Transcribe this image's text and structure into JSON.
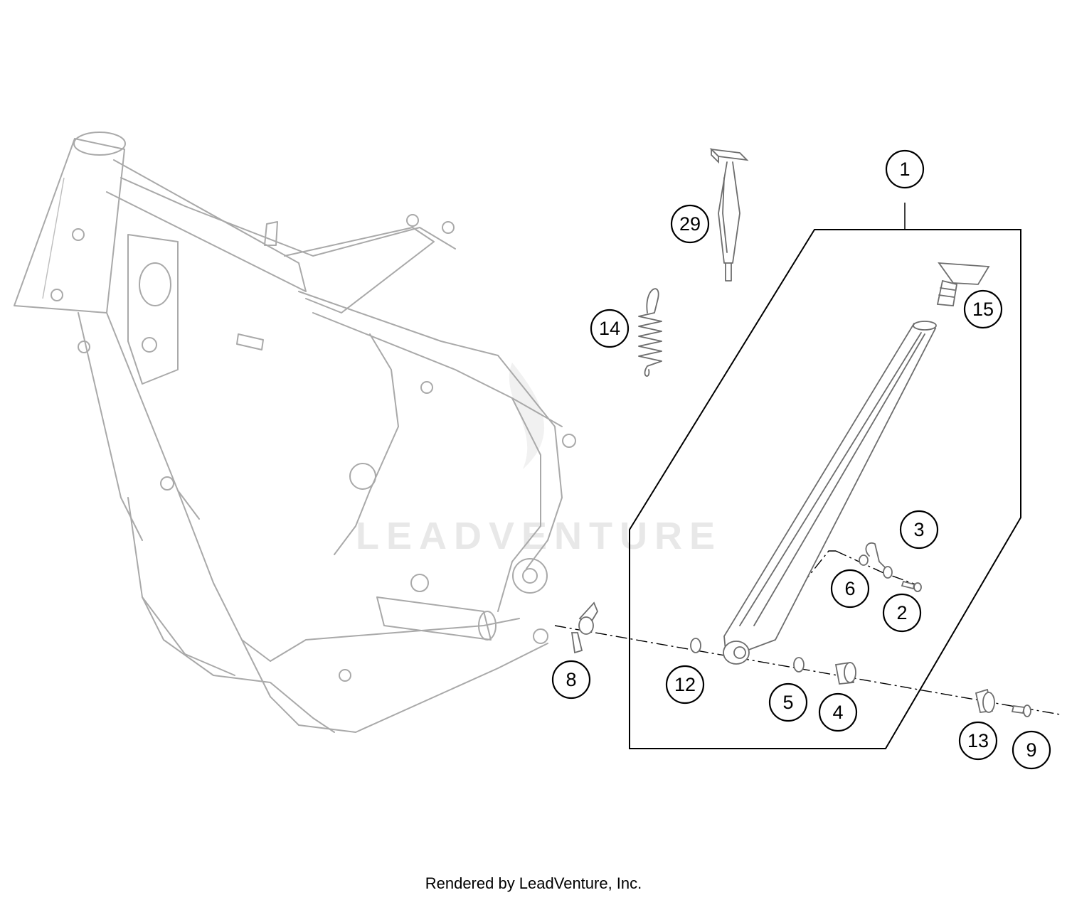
{
  "watermark": "LEADVENTURE",
  "footer": "Rendered by LeadVenture, Inc.",
  "callouts": [
    "1",
    "2",
    "3",
    "4",
    "5",
    "6",
    "8",
    "9",
    "12",
    "13",
    "14",
    "15",
    "29"
  ],
  "colors": {
    "frame": "#a9a9a9",
    "parts": "#6d6d6d",
    "callout": "#000000",
    "watermark": "#e8e8e8"
  }
}
